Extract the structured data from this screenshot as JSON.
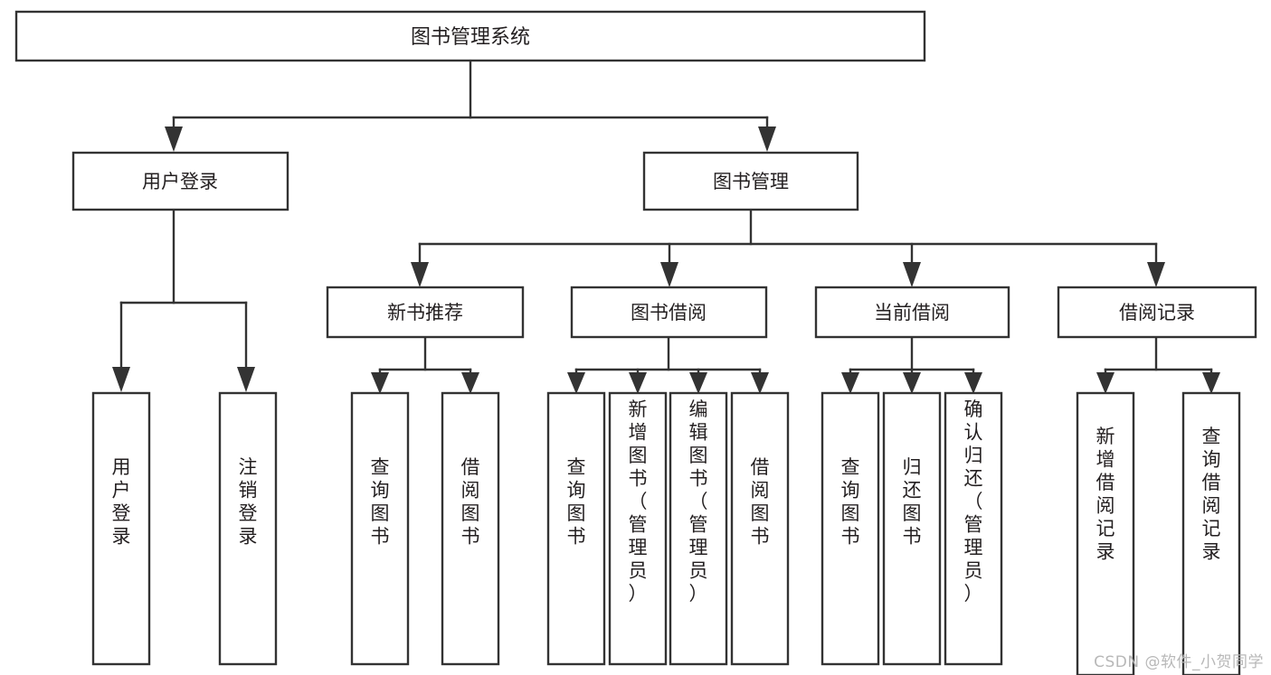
{
  "diagram": {
    "title": "图书管理系统",
    "type": "tree-hierarchy-chart",
    "watermark": "CSDN @软件_小贺同学",
    "root": {
      "id": "root",
      "label": "图书管理系统"
    },
    "level2": [
      {
        "id": "user-login",
        "label": "用户登录"
      },
      {
        "id": "book-management",
        "label": "图书管理"
      }
    ],
    "level3": [
      {
        "id": "new-book-recommend",
        "label": "新书推荐",
        "parent": "book-management"
      },
      {
        "id": "book-borrow",
        "label": "图书借阅",
        "parent": "book-management"
      },
      {
        "id": "current-borrow",
        "label": "当前借阅",
        "parent": "book-management"
      },
      {
        "id": "borrow-record",
        "label": "借阅记录",
        "parent": "book-management"
      }
    ],
    "leaves": [
      {
        "id": "leaf-user-login",
        "label": "用户登录",
        "parent": "user-login"
      },
      {
        "id": "leaf-logout-login",
        "label": "注销登录",
        "parent": "user-login"
      },
      {
        "id": "leaf-query-book-1",
        "label": "查询图书",
        "parent": "new-book-recommend"
      },
      {
        "id": "leaf-borrow-book-1",
        "label": "借阅图书",
        "parent": "new-book-recommend"
      },
      {
        "id": "leaf-query-book-2",
        "label": "查询图书",
        "parent": "book-borrow"
      },
      {
        "id": "leaf-add-book",
        "label": "新增图书（管理员）",
        "parent": "book-borrow"
      },
      {
        "id": "leaf-edit-book",
        "label": "编辑图书（管理员）",
        "parent": "book-borrow"
      },
      {
        "id": "leaf-borrow-book-2",
        "label": "借阅图书",
        "parent": "book-borrow"
      },
      {
        "id": "leaf-query-book-3",
        "label": "查询图书",
        "parent": "current-borrow"
      },
      {
        "id": "leaf-return-book",
        "label": "归还图书",
        "parent": "current-borrow"
      },
      {
        "id": "leaf-confirm-return",
        "label": "确认归还（管理员）",
        "parent": "current-borrow"
      },
      {
        "id": "leaf-add-record",
        "label": "新增借阅记录",
        "parent": "borrow-record"
      },
      {
        "id": "leaf-query-record",
        "label": "查询借阅记录",
        "parent": "borrow-record"
      }
    ],
    "colors": {
      "stroke": "#333333",
      "fill": "#ffffff",
      "text": "#231f20",
      "watermark": "#b8b8b8"
    }
  }
}
